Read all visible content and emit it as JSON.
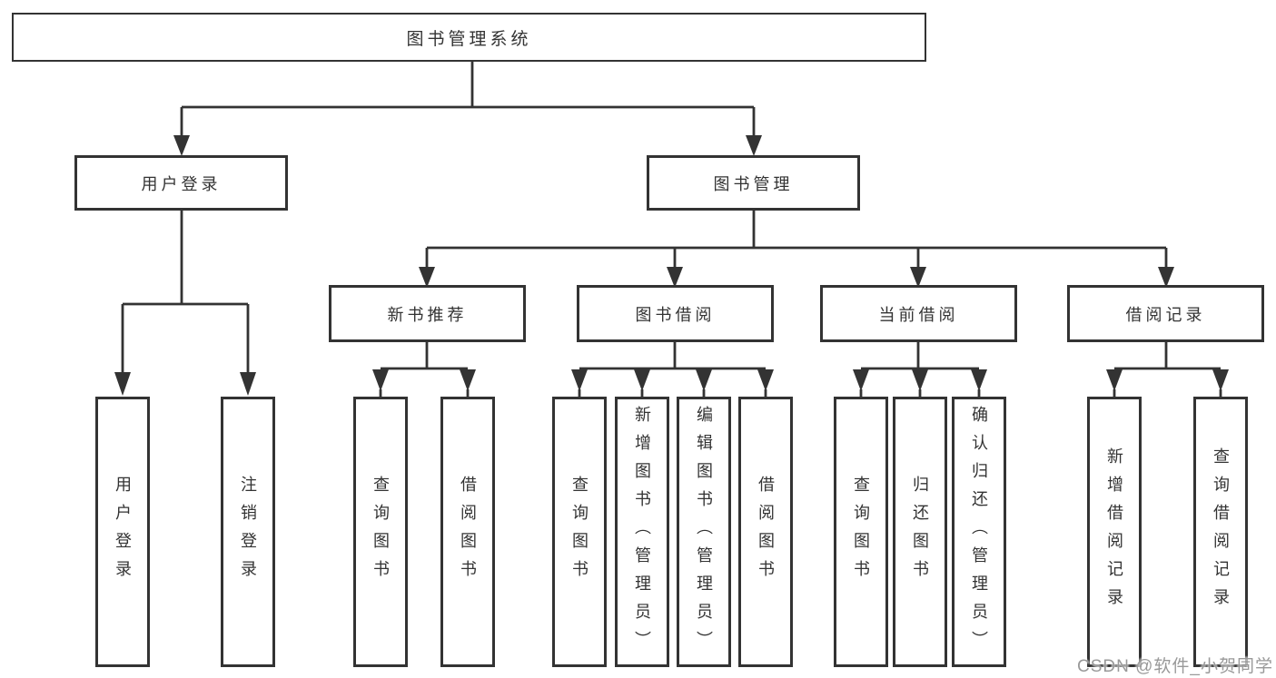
{
  "tree": {
    "root": {
      "label": "图书管理系统",
      "children": [
        {
          "label": "用户登录",
          "children": [
            {
              "label": "用户登录"
            },
            {
              "label": "注销登录"
            }
          ]
        },
        {
          "label": "图书管理",
          "children": [
            {
              "label": "新书推荐",
              "children": [
                {
                  "label": "查询图书"
                },
                {
                  "label": "借阅图书"
                }
              ]
            },
            {
              "label": "图书借阅",
              "children": [
                {
                  "label": "查询图书"
                },
                {
                  "label": "新增图书（管理员）"
                },
                {
                  "label": "编辑图书（管理员）"
                },
                {
                  "label": "借阅图书"
                }
              ]
            },
            {
              "label": "当前借阅",
              "children": [
                {
                  "label": "查询图书"
                },
                {
                  "label": "归还图书"
                },
                {
                  "label": "确认归还（管理员）"
                }
              ]
            },
            {
              "label": "借阅记录",
              "children": [
                {
                  "label": "新增借阅记录"
                },
                {
                  "label": "查询借阅记录"
                }
              ]
            }
          ]
        }
      ]
    }
  },
  "watermark": {
    "text": "CSDN @软件_小贺同学",
    "color": "#999999"
  },
  "colors": {
    "line": "#333333",
    "box_border": "#333333",
    "text": "#333333",
    "background": "#ffffff"
  }
}
